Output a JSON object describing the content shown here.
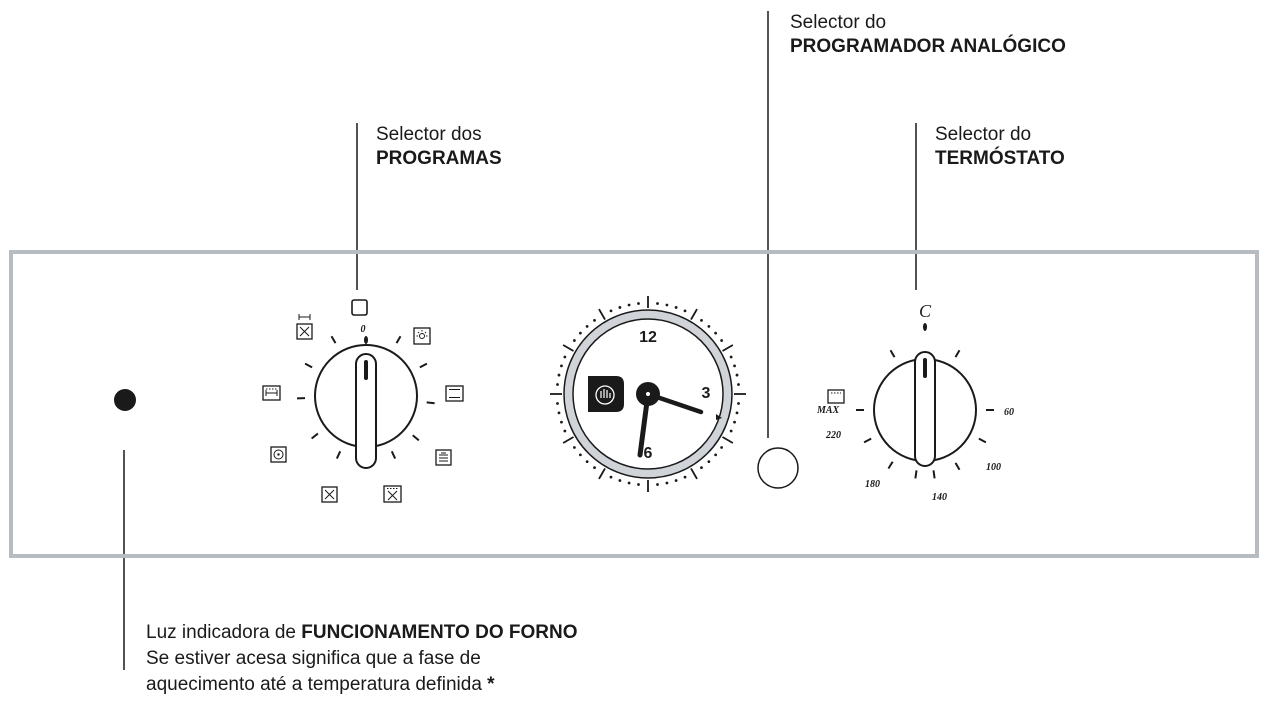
{
  "labels": {
    "analog_programmer": {
      "line1": "Selector do",
      "line2": "PROGRAMADOR ANALÓGICO"
    },
    "programs": {
      "line1": "Selector dos",
      "line2": "PROGRAMAS"
    },
    "thermostat": {
      "line1": "Selector do",
      "line2": "TERMÓSTATO"
    },
    "oven_light": {
      "line1_prefix": "Luz indicadora de ",
      "line1_bold": "FUNCIONAMENTO DO FORNO",
      "line2": "Se estiver acesa significa que a fase de",
      "line3_text": "aquecimento até a temperatura definida ",
      "line3_bold": "*"
    }
  },
  "program_knob": {
    "zero_mark": "0",
    "icons": [
      "oven-off-icon",
      "top-grill-fan-icon",
      "grill-icon",
      "fan-icon",
      "lamp-icon",
      "top-bottom-heat-icon",
      "bottom-heat-icon",
      "bottom-fan-icon",
      "top-fan-icon"
    ]
  },
  "timer": {
    "numbers": [
      "12",
      "3",
      "6"
    ],
    "manual_icon": "hand-icon"
  },
  "thermostat_knob": {
    "off_mark": "C",
    "max_label": "MAX",
    "scale": [
      "60",
      "100",
      "140",
      "180",
      "220"
    ],
    "icon": "oven-icon"
  },
  "colors": {
    "panel_border": "#b6bcc2",
    "ink": "#1a1a1a",
    "timer_ring": "#d0d4d8"
  }
}
